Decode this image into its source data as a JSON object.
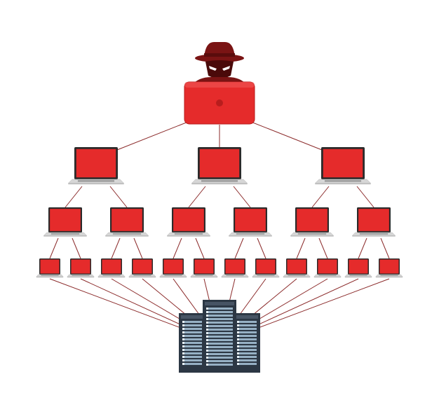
{
  "diagram": {
    "type": "botnet-hierarchy",
    "colors": {
      "red": "#e52b2b",
      "red_dark": "#b81d1d",
      "hacker": "#7a1414",
      "line": "#8b2a2a",
      "laptop_body": "#d6d6d6",
      "laptop_frame": "#2b2b2b",
      "server": "#2c3744",
      "server_light": "#a9c6da"
    },
    "nodes": {
      "attacker": {
        "role": "hacker",
        "icon": "hacker-icon"
      },
      "tier1": {
        "count": 3,
        "icon": "laptop-icon"
      },
      "tier2": {
        "count": 6,
        "icon": "laptop-icon"
      },
      "tier3": {
        "count": 12,
        "icon": "laptop-icon"
      },
      "target": {
        "role": "server",
        "icon": "server-rack-icon"
      }
    }
  }
}
